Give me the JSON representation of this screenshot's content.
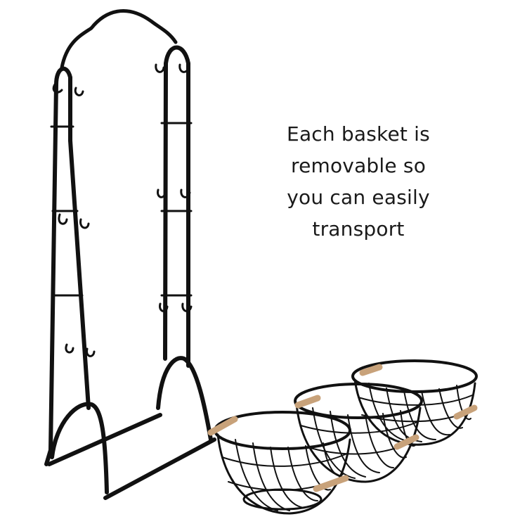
{
  "caption": {
    "lines": [
      "Each basket is",
      "removable so",
      "you can easily",
      "transport"
    ]
  },
  "colors": {
    "background": "#ffffff",
    "metal": "#111111",
    "wood": "#c8a27a",
    "text": "#1a1a1a"
  }
}
